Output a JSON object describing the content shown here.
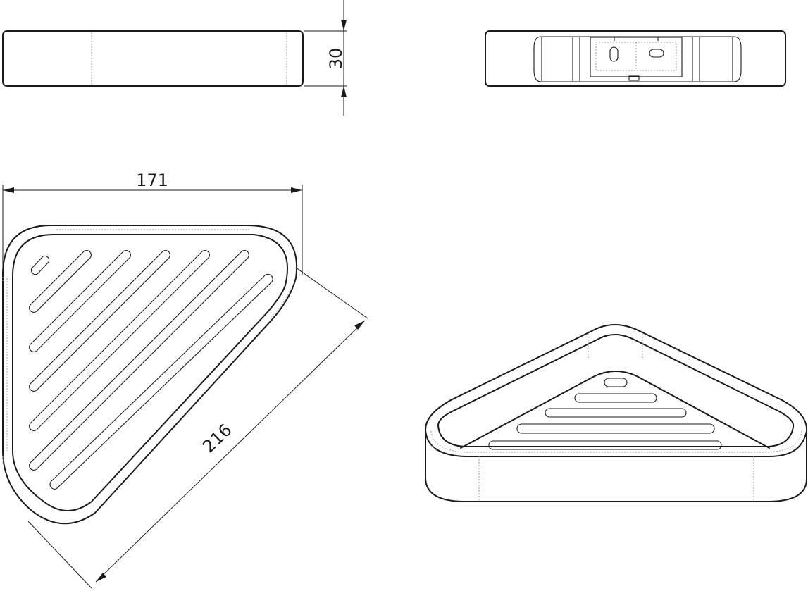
{
  "dimensions": {
    "height": "30",
    "width": "171",
    "diagonal": "216"
  },
  "views": [
    {
      "id": "front-view"
    },
    {
      "id": "back-view"
    },
    {
      "id": "top-view"
    },
    {
      "id": "isometric-view"
    }
  ]
}
